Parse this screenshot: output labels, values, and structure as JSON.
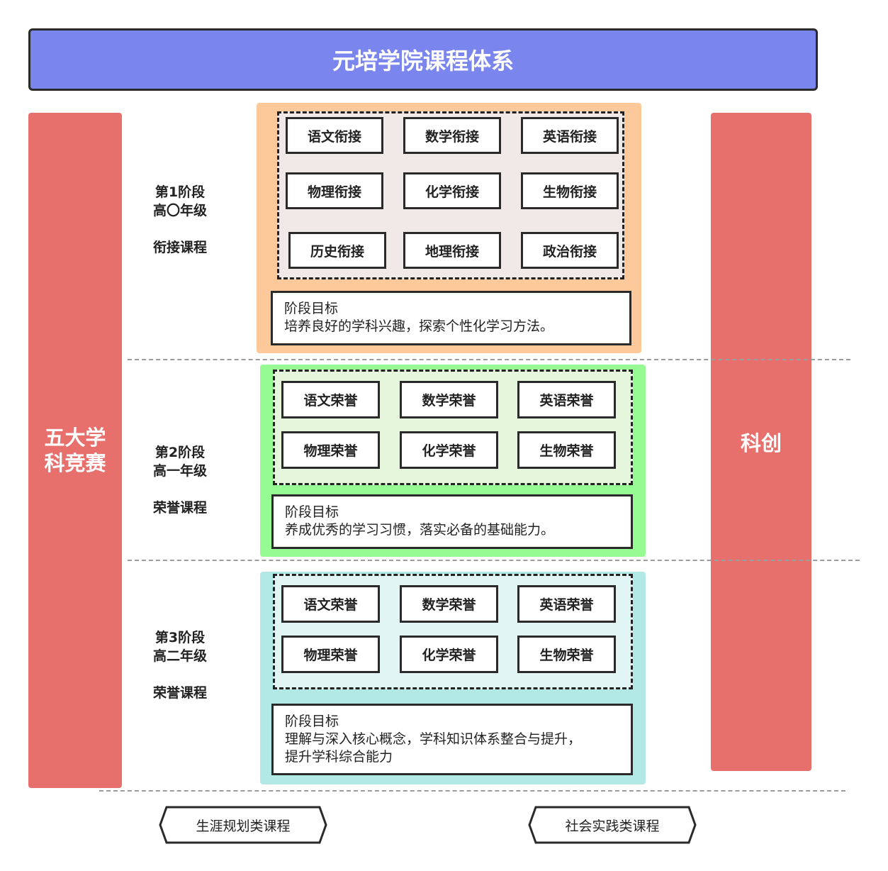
{
  "title": "元培学院课程体系",
  "left_bar": {
    "label": "五大学科竞赛"
  },
  "right_bar": {
    "label": "科创"
  },
  "stages": [
    {
      "name": "第1阶段",
      "grade": "高〇年级",
      "course": "衔接课程",
      "subjects": [
        "语文衔接",
        "数学衔接",
        "英语衔接",
        "物理衔接",
        "化学衔接",
        "生物衔接",
        "历史衔接",
        "地理衔接",
        "政治衔接"
      ],
      "goal_title": "阶段目标",
      "goal_lines": [
        "培养良好的学科兴趣，探索个性化学习方法。"
      ]
    },
    {
      "name": "第2阶段",
      "grade": "高一年级",
      "course": "荣誉课程",
      "subjects": [
        "语文荣誉",
        "数学荣誉",
        "英语荣誉",
        "物理荣誉",
        "化学荣誉",
        "生物荣誉"
      ],
      "goal_title": "阶段目标",
      "goal_lines": [
        "养成优秀的学习习惯，落实必备的基础能力。"
      ]
    },
    {
      "name": "第3阶段",
      "grade": "高二年级",
      "course": "荣誉课程",
      "subjects": [
        "语文荣誉",
        "数学荣誉",
        "英语荣誉",
        "物理荣誉",
        "化学荣誉",
        "生物荣誉"
      ],
      "goal_title": "阶段目标",
      "goal_lines": [
        "理解与深入核心概念，学科知识体系整合与提升，",
        "提升学科综合能力"
      ]
    }
  ],
  "bottom_tags": [
    "生涯规划类课程",
    "社会实践类课程"
  ]
}
